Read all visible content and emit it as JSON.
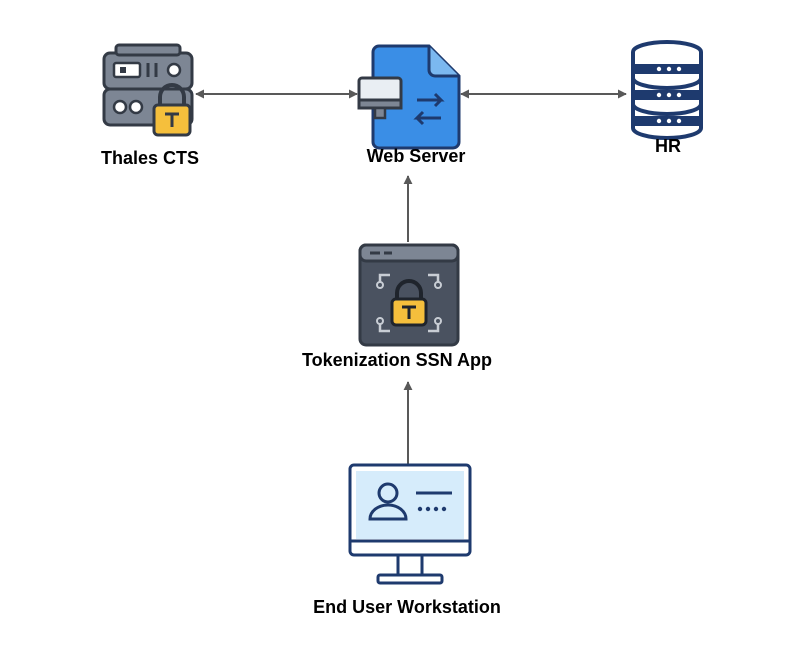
{
  "nodes": {
    "thales": {
      "label": "Thales CTS",
      "icon": "server-lock-icon"
    },
    "webserver": {
      "label": "Web Server",
      "icon": "file-sync-monitor-icon"
    },
    "hr": {
      "label": "HR",
      "icon": "database-icon"
    },
    "tokenization": {
      "label": "Tokenization SSN App",
      "icon": "app-window-lock-icon"
    },
    "workstation": {
      "label": "End User Workstation",
      "icon": "monitor-profile-icon"
    }
  },
  "edges": [
    {
      "from": "Thales CTS",
      "to": "Web Server",
      "direction": "both"
    },
    {
      "from": "Web Server",
      "to": "HR",
      "direction": "both"
    },
    {
      "from": "Tokenization SSN App",
      "to": "Web Server",
      "direction": "forward"
    },
    {
      "from": "End User Workstation",
      "to": "Tokenization SSN App",
      "direction": "forward"
    }
  ],
  "colors": {
    "arrow": "#595959",
    "dark_gray": "#4a5260",
    "mid_gray": "#7d8694",
    "lock_yellow": "#f5bf3c",
    "blue": "#3a8ee6",
    "navy": "#1e3a6e",
    "light_blue": "#d6ecfb"
  }
}
